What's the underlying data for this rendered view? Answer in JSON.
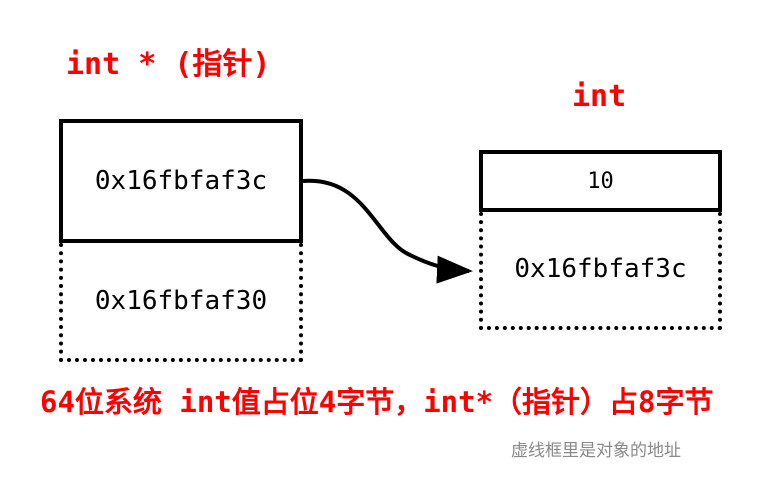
{
  "pointer_label": "int * (指针)",
  "int_label": "int",
  "pointer_box": {
    "value": "0x16fbfaf3c",
    "address": "0x16fbfaf30"
  },
  "int_box": {
    "value": "10",
    "address": "0x16fbfaf3c"
  },
  "caption": "64位系统 int值占位4字节，int*（指针）占8字节",
  "note": "虚线框里是对象的地址",
  "colors": {
    "label": "#ff0000",
    "border": "#000000",
    "note": "#8a8a8a"
  }
}
